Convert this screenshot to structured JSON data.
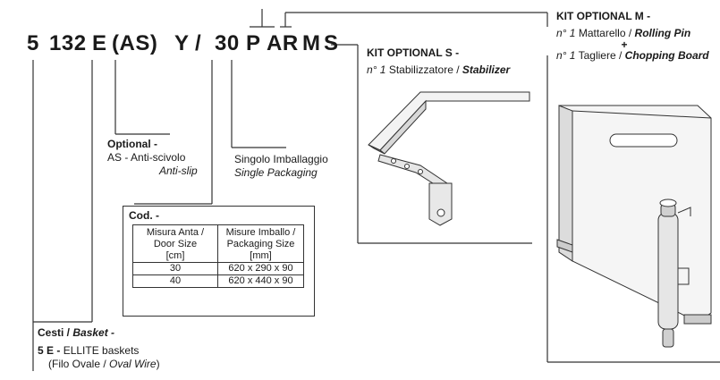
{
  "code": {
    "parts": [
      "5",
      "132",
      "E",
      "(AS)",
      "Y",
      "/",
      "30",
      "P",
      "AR",
      "M",
      "S"
    ]
  },
  "optional_as": {
    "title": "Optional -",
    "line1": "AS - Anti-scivolo",
    "line2": "Anti-slip"
  },
  "packaging": {
    "line1": "Singolo Imballaggio",
    "line2": "Single Packaging"
  },
  "cod": {
    "title": "Cod. -",
    "headers": [
      [
        "Misura Anta /",
        "Door Size",
        "[cm]"
      ],
      [
        "Misure Imballo /",
        "Packaging Size",
        "[mm]"
      ]
    ],
    "rows": [
      [
        "30",
        "620 x 290 x 90"
      ],
      [
        "40",
        "620 x 440 x 90"
      ]
    ]
  },
  "basket": {
    "title_it": "Cesti /",
    "title_en": "Basket -",
    "code": "5 E -",
    "name": "ELLITE baskets",
    "wire_open": "(Filo Ovale /",
    "wire_en": "Oval Wire",
    "wire_close": ")"
  },
  "kit_s": {
    "title": "KIT OPTIONAL S -",
    "qty": "n° 1",
    "item_it": "Stabilizzatore /",
    "item_en": "Stabilizer"
  },
  "kit_m": {
    "title": "KIT OPTIONAL M -",
    "qty1": "n° 1",
    "item1_it": "Mattarello /",
    "item1_en": "Rolling Pin",
    "plus": "+",
    "qty2": "n° 1",
    "item2_it": "Tagliere /",
    "item2_en": "Chopping Board"
  },
  "colors": {
    "ink": "#1a1a1a",
    "line": "#333333"
  },
  "icons": [
    "stabilizer-bracket-illustration",
    "chopping-board-rolling-pin-illustration"
  ]
}
